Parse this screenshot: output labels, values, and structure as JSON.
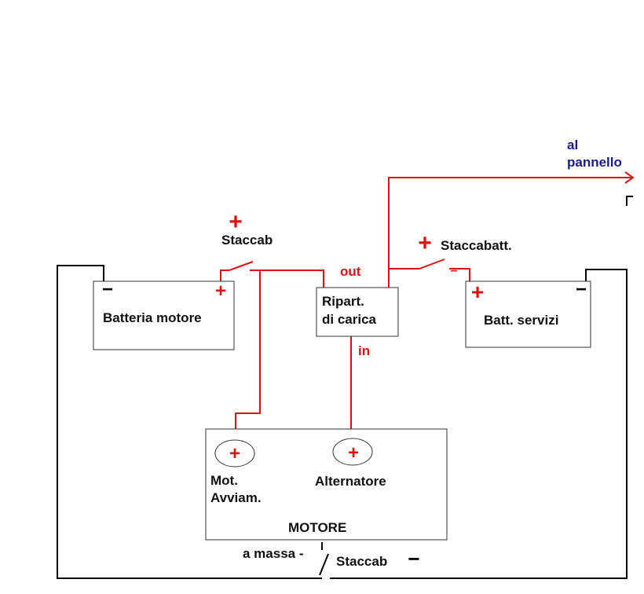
{
  "colors": {
    "wire_positive": "#dd1111",
    "wire_negative": "#000000",
    "box_border": "#333333",
    "label_text": "#111111",
    "label_red": "#dd1111",
    "label_blue": "#1a1a8c"
  },
  "labels": {
    "battery_engine": "Batteria motore",
    "battery_services": "Batt. servizi",
    "splitter_line1": "Ripart.",
    "splitter_line2": "di carica",
    "out": "out",
    "in": "in",
    "switch_engine": "Staccab",
    "switch_services": "Staccabatt.",
    "panel_line1": "al",
    "panel_line2": "pannello",
    "starter_line1": "Mot.",
    "starter_line2": "Avviam.",
    "alternator": "Alternatore",
    "engine": "MOTORE",
    "ground": "a massa -",
    "switch_ground": "Staccab"
  },
  "symbols": {
    "plus": "+",
    "minus": "−"
  }
}
